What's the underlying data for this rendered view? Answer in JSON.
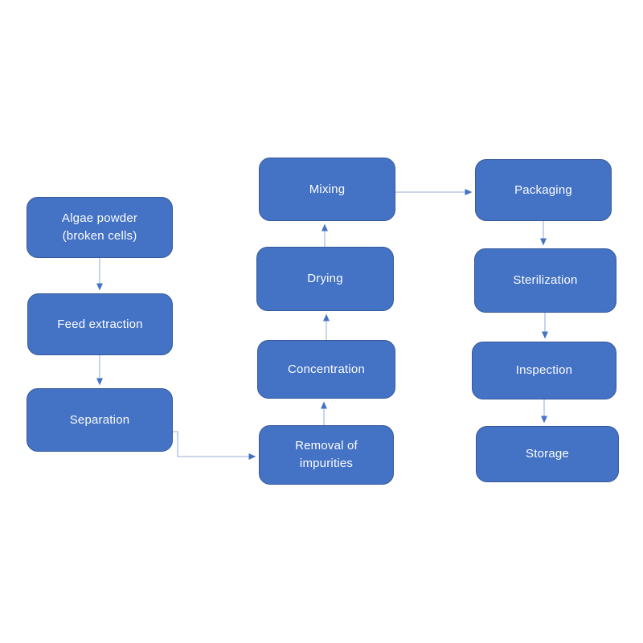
{
  "nodes": {
    "algae_powder": {
      "label": "Algae powder (broken cells)"
    },
    "feed_extraction": {
      "label": "Feed extraction"
    },
    "separation": {
      "label": "Separation"
    },
    "removal_of_impurities": {
      "label": "Removal of impurities"
    },
    "concentration": {
      "label": "Concentration"
    },
    "drying": {
      "label": "Drying"
    },
    "mixing": {
      "label": "Mixing"
    },
    "packaging": {
      "label": "Packaging"
    },
    "sterilization": {
      "label": "Sterilization"
    },
    "inspection": {
      "label": "Inspection"
    },
    "storage": {
      "label": "Storage"
    }
  },
  "edges": [
    {
      "from": "algae_powder",
      "to": "feed_extraction"
    },
    {
      "from": "feed_extraction",
      "to": "separation"
    },
    {
      "from": "separation",
      "to": "removal_of_impurities"
    },
    {
      "from": "removal_of_impurities",
      "to": "concentration"
    },
    {
      "from": "concentration",
      "to": "drying"
    },
    {
      "from": "drying",
      "to": "mixing"
    },
    {
      "from": "mixing",
      "to": "packaging"
    },
    {
      "from": "packaging",
      "to": "sterilization"
    },
    {
      "from": "sterilization",
      "to": "inspection"
    },
    {
      "from": "inspection",
      "to": "storage"
    }
  ],
  "colors": {
    "background": "#ffffff",
    "node_fill": "#4472c4",
    "node_border": "#35599b",
    "node_text": "#fcfdff",
    "connector_line": "#a9bede",
    "connector_arrow": "#4472c4"
  }
}
